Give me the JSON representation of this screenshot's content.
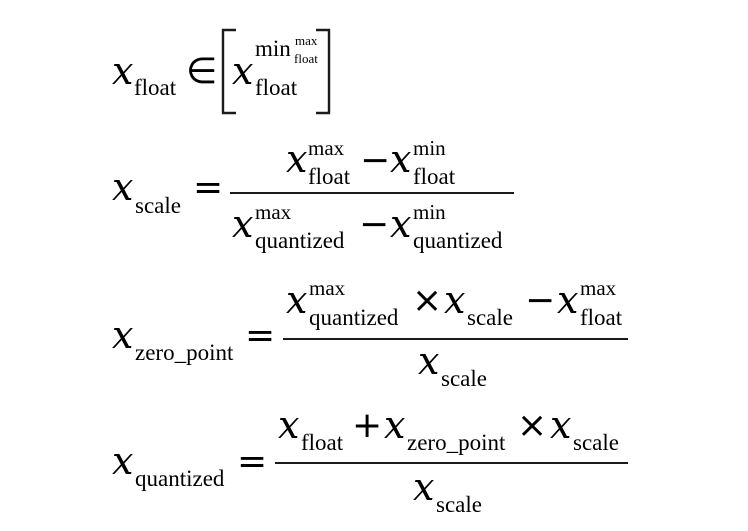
{
  "var": "x",
  "ops": {
    "in": "∈",
    "eq": "=",
    "minus": "−",
    "plus": "+",
    "times": "×"
  },
  "labels": {
    "float": "float",
    "min": "min",
    "max": "max",
    "scale": "scale",
    "quantized": "quantized",
    "zero_point": "zero_point"
  }
}
